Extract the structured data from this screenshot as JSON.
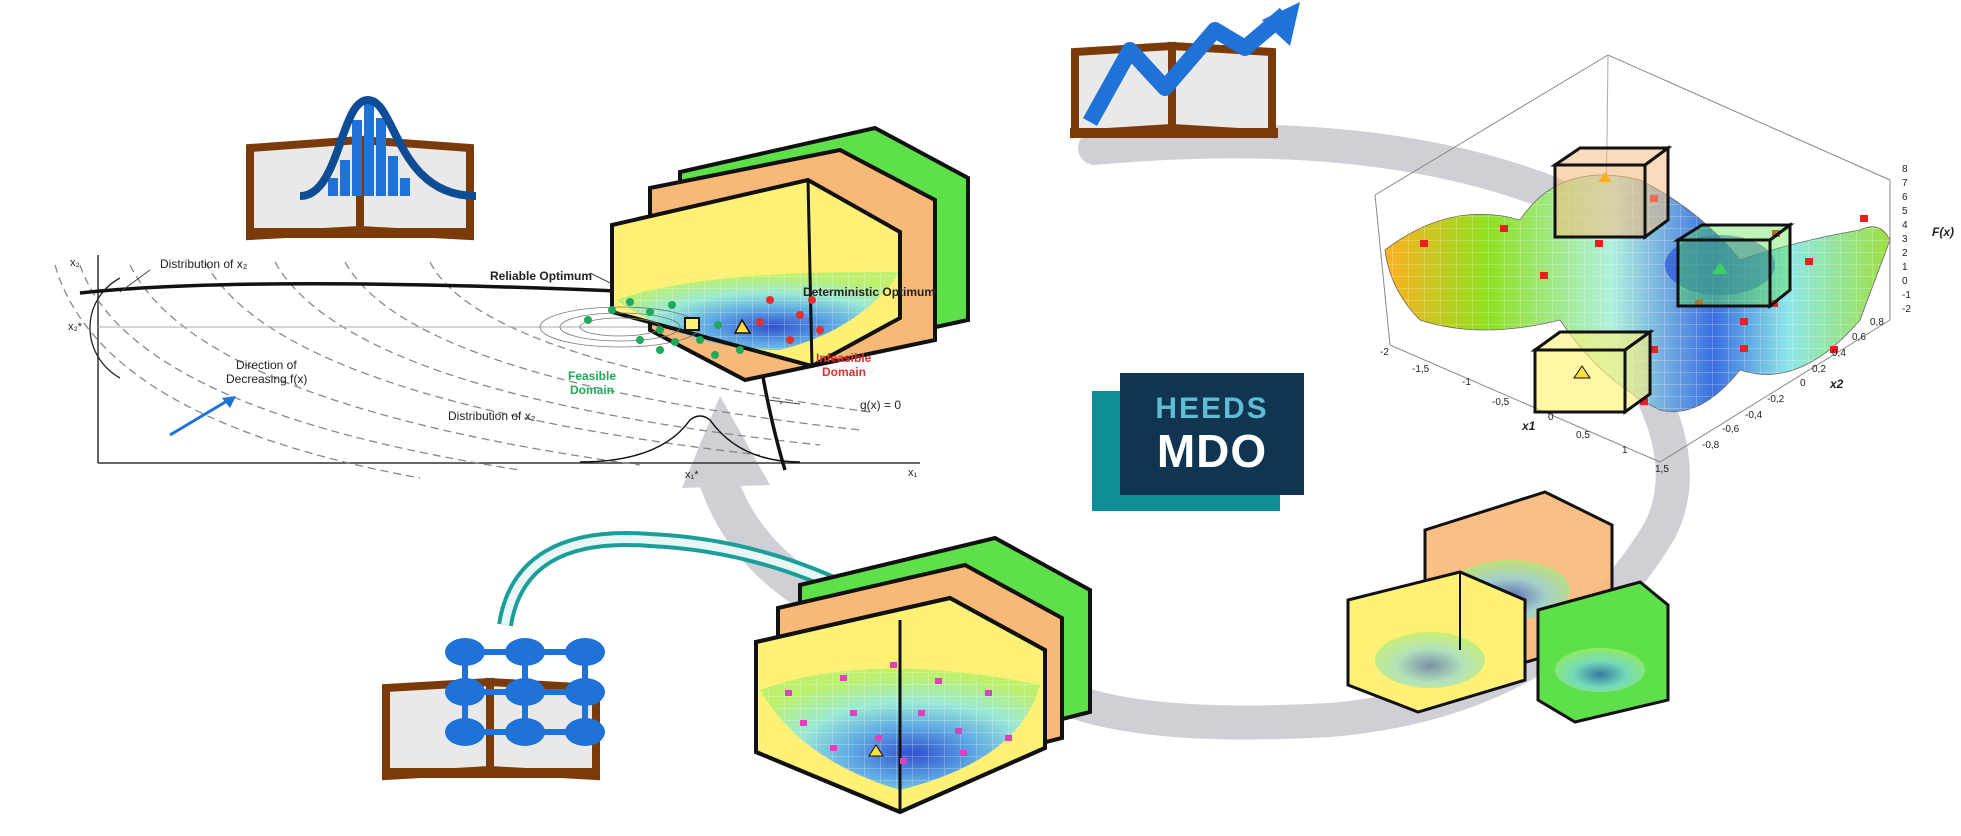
{
  "logo": {
    "line1": "HEEDS",
    "line2": "MDO"
  },
  "diagram": {
    "dist_top": "Distribution of x₂",
    "reliable_optimum": "Reliable Optimum",
    "deterministic_optimum": "Deterministic Optimum",
    "direction_line1": "Direction of",
    "direction_line2": "Decreasing f(x)",
    "feasible_line1": "Feasible",
    "feasible_line2": "Domain",
    "infeasible_line1": "Infeasible",
    "infeasible_line2": "Domain",
    "constraint": "g(x) = 0",
    "dist_bottom": "Distribution of x₂",
    "axis_x1": "x₁",
    "axis_x2": "x₂",
    "x1_star": "x₁*",
    "x2_star": "x₂*"
  },
  "surface_plot": {
    "x_label": "x1",
    "y_label": "x2",
    "z_label": "F(x)",
    "x_ticks": [
      "-2",
      "-1,5",
      "-1",
      "-0,5",
      "0",
      "0,5",
      "1",
      "1,5"
    ],
    "y_ticks": [
      "-0,8",
      "-0,6",
      "-0,4",
      "-0,2",
      "0",
      "0,2",
      "0,4",
      "0,6",
      "0,8"
    ],
    "z_ticks": [
      "8",
      "7",
      "6",
      "5",
      "4",
      "3",
      "2",
      "1",
      "0",
      "-1",
      "-2"
    ]
  },
  "colors": {
    "arrow_gray": "#cfd0d6",
    "book_brown": "#7a3a0a",
    "icon_blue": "#1e72d8",
    "cube_yellow": "#fff176",
    "cube_orange": "#f8b878",
    "cube_green": "#5ee04a",
    "logo_dark": "#0f3550",
    "logo_teal": "#0e8d94",
    "feasible_green": "#22a85a",
    "infeasible_red": "#e03030"
  }
}
